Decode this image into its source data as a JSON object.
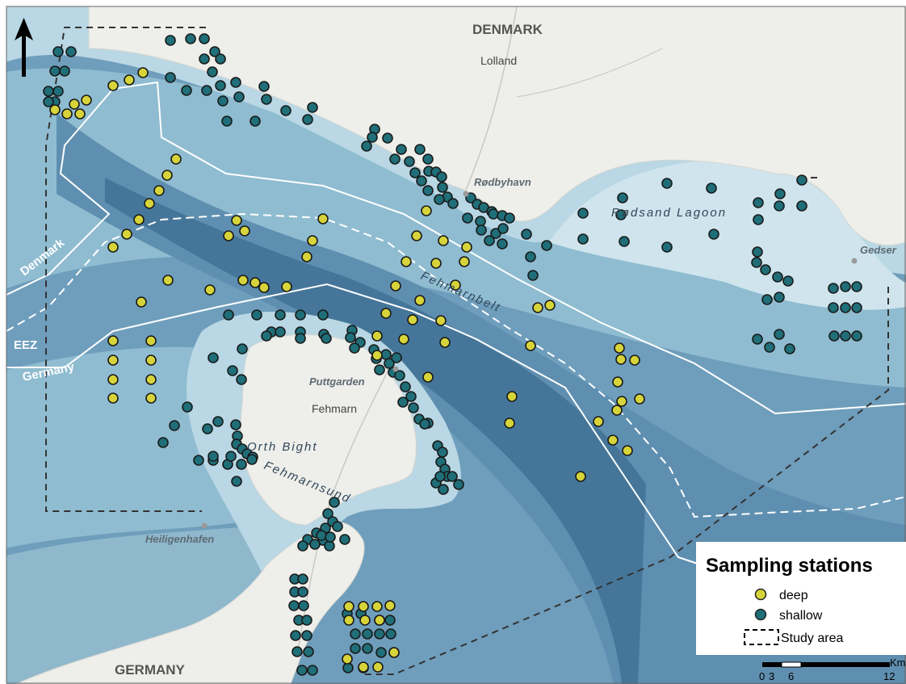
{
  "map": {
    "labels": {
      "denmark_country": "DENMARK",
      "germany_country": "GERMANY",
      "lolland": "Lolland",
      "rodbyhavn": "Rødbyhavn",
      "rodsand": "Rødsand Lagoon",
      "gedser": "Gedser",
      "fehmarnbelt": "Fehmarnbelt",
      "puttgarden": "Puttgarden",
      "fehmarn": "Fehmarn",
      "orth_bight": "Orth Bight",
      "fehmarnsund": "Fehmarnsund",
      "heiligenhafen": "Heiligenhafen",
      "eez_denmark": "Denmark",
      "eez": "EEZ",
      "eez_germany": "Germany"
    },
    "colors": {
      "deep_station": "#d6d43a",
      "shallow_station": "#1f6e78",
      "land": "#eeeeea",
      "shallow_water": "#cfe4ec",
      "mid_water": "#8fbcd0",
      "deep_water": "#5f93b2",
      "channel": "#3f6f93"
    },
    "north_arrow_icon": "north-arrow-icon",
    "stations": {
      "deep": [
        [
          68,
          136
        ],
        [
          83,
          141
        ],
        [
          99,
          141
        ],
        [
          92,
          129
        ],
        [
          107,
          124
        ],
        [
          140,
          106
        ],
        [
          160,
          99
        ],
        [
          177,
          90
        ],
        [
          218,
          197
        ],
        [
          207,
          217
        ],
        [
          197,
          236
        ],
        [
          185,
          252
        ],
        [
          172,
          272
        ],
        [
          157,
          290
        ],
        [
          140,
          306
        ],
        [
          293,
          273
        ],
        [
          303,
          286
        ],
        [
          283,
          292
        ],
        [
          208,
          347
        ],
        [
          260,
          359
        ],
        [
          301,
          347
        ],
        [
          316,
          350
        ],
        [
          327,
          356
        ],
        [
          355,
          355
        ],
        [
          175,
          374
        ],
        [
          400,
          271
        ],
        [
          387,
          298
        ],
        [
          380,
          318
        ],
        [
          140,
          422
        ],
        [
          140,
          446
        ],
        [
          140,
          470
        ],
        [
          140,
          493
        ],
        [
          187,
          422
        ],
        [
          187,
          446
        ],
        [
          187,
          470
        ],
        [
          187,
          493
        ],
        [
          528,
          261
        ],
        [
          516,
          292
        ],
        [
          549,
          298
        ],
        [
          578,
          306
        ],
        [
          540,
          326
        ],
        [
          575,
          324
        ],
        [
          503,
          324
        ],
        [
          490,
          354
        ],
        [
          564,
          353
        ],
        [
          520,
          372
        ],
        [
          478,
          388
        ],
        [
          511,
          396
        ],
        [
          546,
          397
        ],
        [
          500,
          420
        ],
        [
          551,
          424
        ],
        [
          467,
          416
        ],
        [
          530,
          467
        ],
        [
          467,
          440
        ],
        [
          666,
          381
        ],
        [
          681,
          378
        ],
        [
          657,
          428
        ],
        [
          767,
          431
        ],
        [
          769,
          445
        ],
        [
          786,
          446
        ],
        [
          765,
          473
        ],
        [
          770,
          497
        ],
        [
          792,
          494
        ],
        [
          764,
          508
        ],
        [
          741,
          522
        ],
        [
          634,
          491
        ],
        [
          631,
          524
        ],
        [
          759,
          545
        ],
        [
          777,
          558
        ],
        [
          719,
          590
        ],
        [
          432,
          751
        ],
        [
          450,
          751
        ],
        [
          467,
          751
        ],
        [
          483,
          750
        ],
        [
          432,
          768
        ],
        [
          452,
          768
        ],
        [
          470,
          768
        ],
        [
          488,
          808
        ],
        [
          450,
          826
        ],
        [
          468,
          826
        ],
        [
          430,
          816
        ]
      ],
      "shallow": [
        [
          72,
          64
        ],
        [
          88,
          64
        ],
        [
          80,
          88
        ],
        [
          68,
          88
        ],
        [
          72,
          113
        ],
        [
          60,
          113
        ],
        [
          68,
          126
        ],
        [
          60,
          126
        ],
        [
          211,
          50
        ],
        [
          236,
          48
        ],
        [
          253,
          48
        ],
        [
          266,
          64
        ],
        [
          253,
          73
        ],
        [
          273,
          73
        ],
        [
          263,
          89
        ],
        [
          273,
          106
        ],
        [
          292,
          102
        ],
        [
          211,
          96
        ],
        [
          231,
          112
        ],
        [
          256,
          112
        ],
        [
          276,
          125
        ],
        [
          296,
          120
        ],
        [
          327,
          107
        ],
        [
          330,
          123
        ],
        [
          281,
          150
        ],
        [
          316,
          150
        ],
        [
          354,
          137
        ],
        [
          387,
          133
        ],
        [
          381,
          148
        ],
        [
          464,
          160
        ],
        [
          461,
          170
        ],
        [
          454,
          181
        ],
        [
          480,
          171
        ],
        [
          497,
          185
        ],
        [
          489,
          197
        ],
        [
          520,
          185
        ],
        [
          507,
          200
        ],
        [
          530,
          197
        ],
        [
          514,
          214
        ],
        [
          531,
          212
        ],
        [
          522,
          224
        ],
        [
          540,
          213
        ],
        [
          547,
          219
        ],
        [
          530,
          236
        ],
        [
          548,
          232
        ],
        [
          554,
          244
        ],
        [
          544,
          247
        ],
        [
          561,
          252
        ],
        [
          583,
          245
        ],
        [
          591,
          253
        ],
        [
          599,
          257
        ],
        [
          609,
          262
        ],
        [
          579,
          270
        ],
        [
          595,
          274
        ],
        [
          611,
          265
        ],
        [
          622,
          267
        ],
        [
          631,
          270
        ],
        [
          596,
          285
        ],
        [
          614,
          289
        ],
        [
          623,
          283
        ],
        [
          606,
          298
        ],
        [
          622,
          302
        ],
        [
          652,
          290
        ],
        [
          677,
          304
        ],
        [
          657,
          318
        ],
        [
          660,
          341
        ],
        [
          722,
          264
        ],
        [
          771,
          245
        ],
        [
          826,
          227
        ],
        [
          881,
          233
        ],
        [
          939,
          251
        ],
        [
          966,
          240
        ],
        [
          965,
          255
        ],
        [
          993,
          223
        ],
        [
          993,
          255
        ],
        [
          939,
          272
        ],
        [
          769,
          266
        ],
        [
          722,
          296
        ],
        [
          773,
          299
        ],
        [
          826,
          306
        ],
        [
          884,
          290
        ],
        [
          938,
          312
        ],
        [
          937,
          325
        ],
        [
          948,
          334
        ],
        [
          963,
          343
        ],
        [
          976,
          348
        ],
        [
          950,
          371
        ],
        [
          965,
          368
        ],
        [
          1032,
          357
        ],
        [
          1047,
          355
        ],
        [
          1061,
          355
        ],
        [
          1032,
          381
        ],
        [
          1047,
          381
        ],
        [
          1061,
          381
        ],
        [
          1033,
          416
        ],
        [
          1047,
          416
        ],
        [
          1061,
          416
        ],
        [
          938,
          420
        ],
        [
          965,
          414
        ],
        [
          953,
          430
        ],
        [
          978,
          432
        ],
        [
          283,
          390
        ],
        [
          318,
          390
        ],
        [
          347,
          390
        ],
        [
          372,
          390
        ],
        [
          400,
          390
        ],
        [
          336,
          411
        ],
        [
          372,
          411
        ],
        [
          401,
          414
        ],
        [
          436,
          409
        ],
        [
          330,
          416
        ],
        [
          347,
          411
        ],
        [
          300,
          432
        ],
        [
          264,
          443
        ],
        [
          288,
          459
        ],
        [
          299,
          470
        ],
        [
          372,
          419
        ],
        [
          404,
          419
        ],
        [
          434,
          418
        ],
        [
          446,
          424
        ],
        [
          439,
          431
        ],
        [
          463,
          433
        ],
        [
          466,
          444
        ],
        [
          478,
          439
        ],
        [
          482,
          450
        ],
        [
          491,
          443
        ],
        [
          487,
          461
        ],
        [
          470,
          458
        ],
        [
          495,
          465
        ],
        [
          502,
          479
        ],
        [
          509,
          491
        ],
        [
          499,
          498
        ],
        [
          512,
          505
        ],
        [
          519,
          519
        ],
        [
          530,
          524
        ],
        [
          526,
          525
        ],
        [
          232,
          504
        ],
        [
          216,
          527
        ],
        [
          202,
          548
        ],
        [
          257,
          531
        ],
        [
          270,
          522
        ],
        [
          292,
          526
        ],
        [
          294,
          540
        ],
        [
          293,
          550
        ],
        [
          300,
          556
        ],
        [
          306,
          562
        ],
        [
          313,
          566
        ],
        [
          246,
          570
        ],
        [
          264,
          570
        ],
        [
          282,
          575
        ],
        [
          299,
          575
        ],
        [
          264,
          565
        ],
        [
          286,
          565
        ],
        [
          312,
          569
        ],
        [
          293,
          596
        ],
        [
          542,
          552
        ],
        [
          548,
          560
        ],
        [
          546,
          572
        ],
        [
          551,
          581
        ],
        [
          554,
          590
        ],
        [
          540,
          598
        ],
        [
          549,
          606
        ],
        [
          568,
          600
        ],
        [
          560,
          590
        ],
        [
          545,
          590
        ],
        [
          414,
          622
        ],
        [
          406,
          636
        ],
        [
          412,
          646
        ],
        [
          403,
          654
        ],
        [
          418,
          652
        ],
        [
          427,
          668
        ],
        [
          400,
          669
        ],
        [
          392,
          660
        ],
        [
          381,
          668
        ],
        [
          375,
          676
        ],
        [
          408,
          676
        ],
        [
          390,
          674
        ],
        [
          398,
          663
        ],
        [
          409,
          665
        ],
        [
          365,
          717
        ],
        [
          375,
          717
        ],
        [
          365,
          733
        ],
        [
          375,
          733
        ],
        [
          364,
          750
        ],
        [
          376,
          750
        ],
        [
          370,
          768
        ],
        [
          380,
          768
        ],
        [
          366,
          787
        ],
        [
          380,
          787
        ],
        [
          368,
          807
        ],
        [
          382,
          807
        ],
        [
          374,
          830
        ],
        [
          387,
          830
        ],
        [
          430,
          760
        ],
        [
          447,
          760
        ],
        [
          470,
          768
        ],
        [
          483,
          768
        ],
        [
          440,
          785
        ],
        [
          455,
          785
        ],
        [
          470,
          785
        ],
        [
          484,
          785
        ],
        [
          440,
          803
        ],
        [
          455,
          803
        ],
        [
          472,
          808
        ],
        [
          488,
          808
        ],
        [
          431,
          827
        ],
        [
          450,
          827
        ]
      ]
    }
  },
  "legend": {
    "title": "Sampling stations",
    "deep": "deep",
    "shallow": "shallow",
    "study_area": "Study area"
  },
  "scale": {
    "ticks": [
      "0",
      "3",
      "6",
      "12"
    ],
    "unit": "Km"
  }
}
